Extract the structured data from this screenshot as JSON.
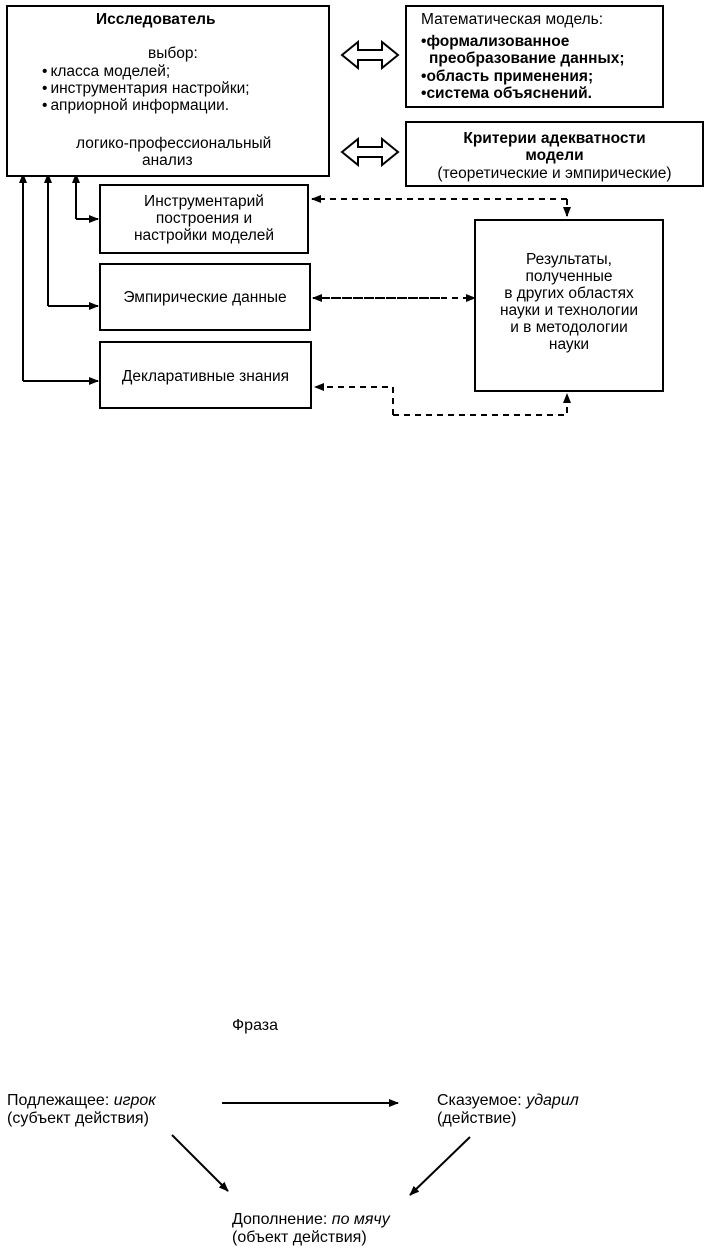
{
  "researcher": {
    "title": "Исследователь",
    "choice_label": "выбор:",
    "items": [
      "класса моделей;",
      "инструментария настройки;",
      "априорной информации."
    ],
    "analysis_line1": "логико-профессиональный",
    "analysis_line2": "анализ"
  },
  "math_model": {
    "title": "Математическая модель:",
    "items": [
      {
        "l1": "формализованное",
        "l2": "преобразование данных;"
      },
      {
        "l1": "область применения;",
        "l2": ""
      },
      {
        "l1": "система объяснений.",
        "l2": ""
      }
    ]
  },
  "criteria": {
    "title_line1": "Критерии адекватности",
    "title_line2": "модели",
    "subtitle": "(теоретические и эмпирические)"
  },
  "toolkit": {
    "line1": "Инструментарий",
    "line2": "построения и",
    "line3": "настройки моделей"
  },
  "empirical": {
    "label": "Эмпирические данные"
  },
  "declarative": {
    "label": "Декларативные знания"
  },
  "results": {
    "lines": [
      "Результаты,",
      "полученные",
      "в других областях",
      "науки и технологии",
      "и в методологии",
      "науки"
    ]
  },
  "phrase_diagram": {
    "title": "Фраза",
    "subject": {
      "label": "Подлежащее: ",
      "word": "игрок",
      "role": "(субъект действия)"
    },
    "predicate": {
      "label": "Сказуемое: ",
      "word": "ударил",
      "role": "(действие)"
    },
    "object": {
      "label": "Дополнение: ",
      "word": "по мячу",
      "role": "(объект действия)"
    }
  }
}
